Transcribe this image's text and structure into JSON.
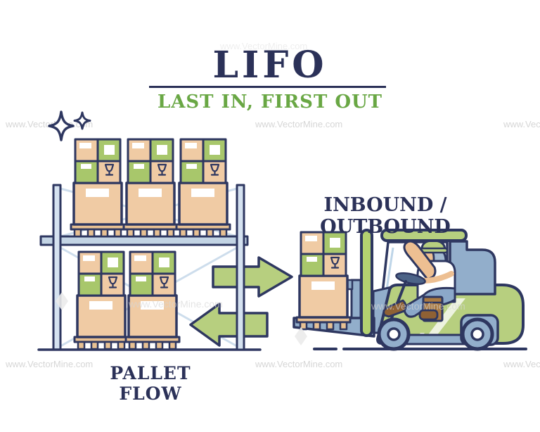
{
  "title": {
    "main": "LIFO",
    "subtitle": "LAST IN, FIRST OUT"
  },
  "labels": {
    "inbound_outbound": "INBOUND / OUTBOUND",
    "pallet_flow": "PALLET FLOW"
  },
  "watermark": {
    "text": "www.VectorMine.com"
  },
  "icons": {
    "sparkle": "four-point-star",
    "fragile": "wine-glass",
    "flow_arrow_right": "right-arrow",
    "flow_arrow_left": "left-arrow",
    "diamond_watermark": "diamond"
  },
  "colors": {
    "navy": "#2e3760",
    "text_navy": "#2b3158",
    "green_text": "#69a744",
    "box_green": "#a8c76b",
    "vehicle_green": "#b7cf7f",
    "mast_green": "#b3d170",
    "box_tan": "#f0cba4",
    "pallet_tan": "#e8c193",
    "rack_blue": "#d5e2f0",
    "beam_blue": "#c3d4e4",
    "brace_blue": "#cdddec",
    "vehicle_blue": "#92aecb",
    "steering_blue": "#4c6387",
    "skin": "#edbf92",
    "hair_blue": "#a3bad2",
    "pants_blue": "#8ba8c9",
    "case_brown": "#aa7a42",
    "boot_brown": "#8f6134",
    "watermark_gray": "#d6d6d6"
  }
}
